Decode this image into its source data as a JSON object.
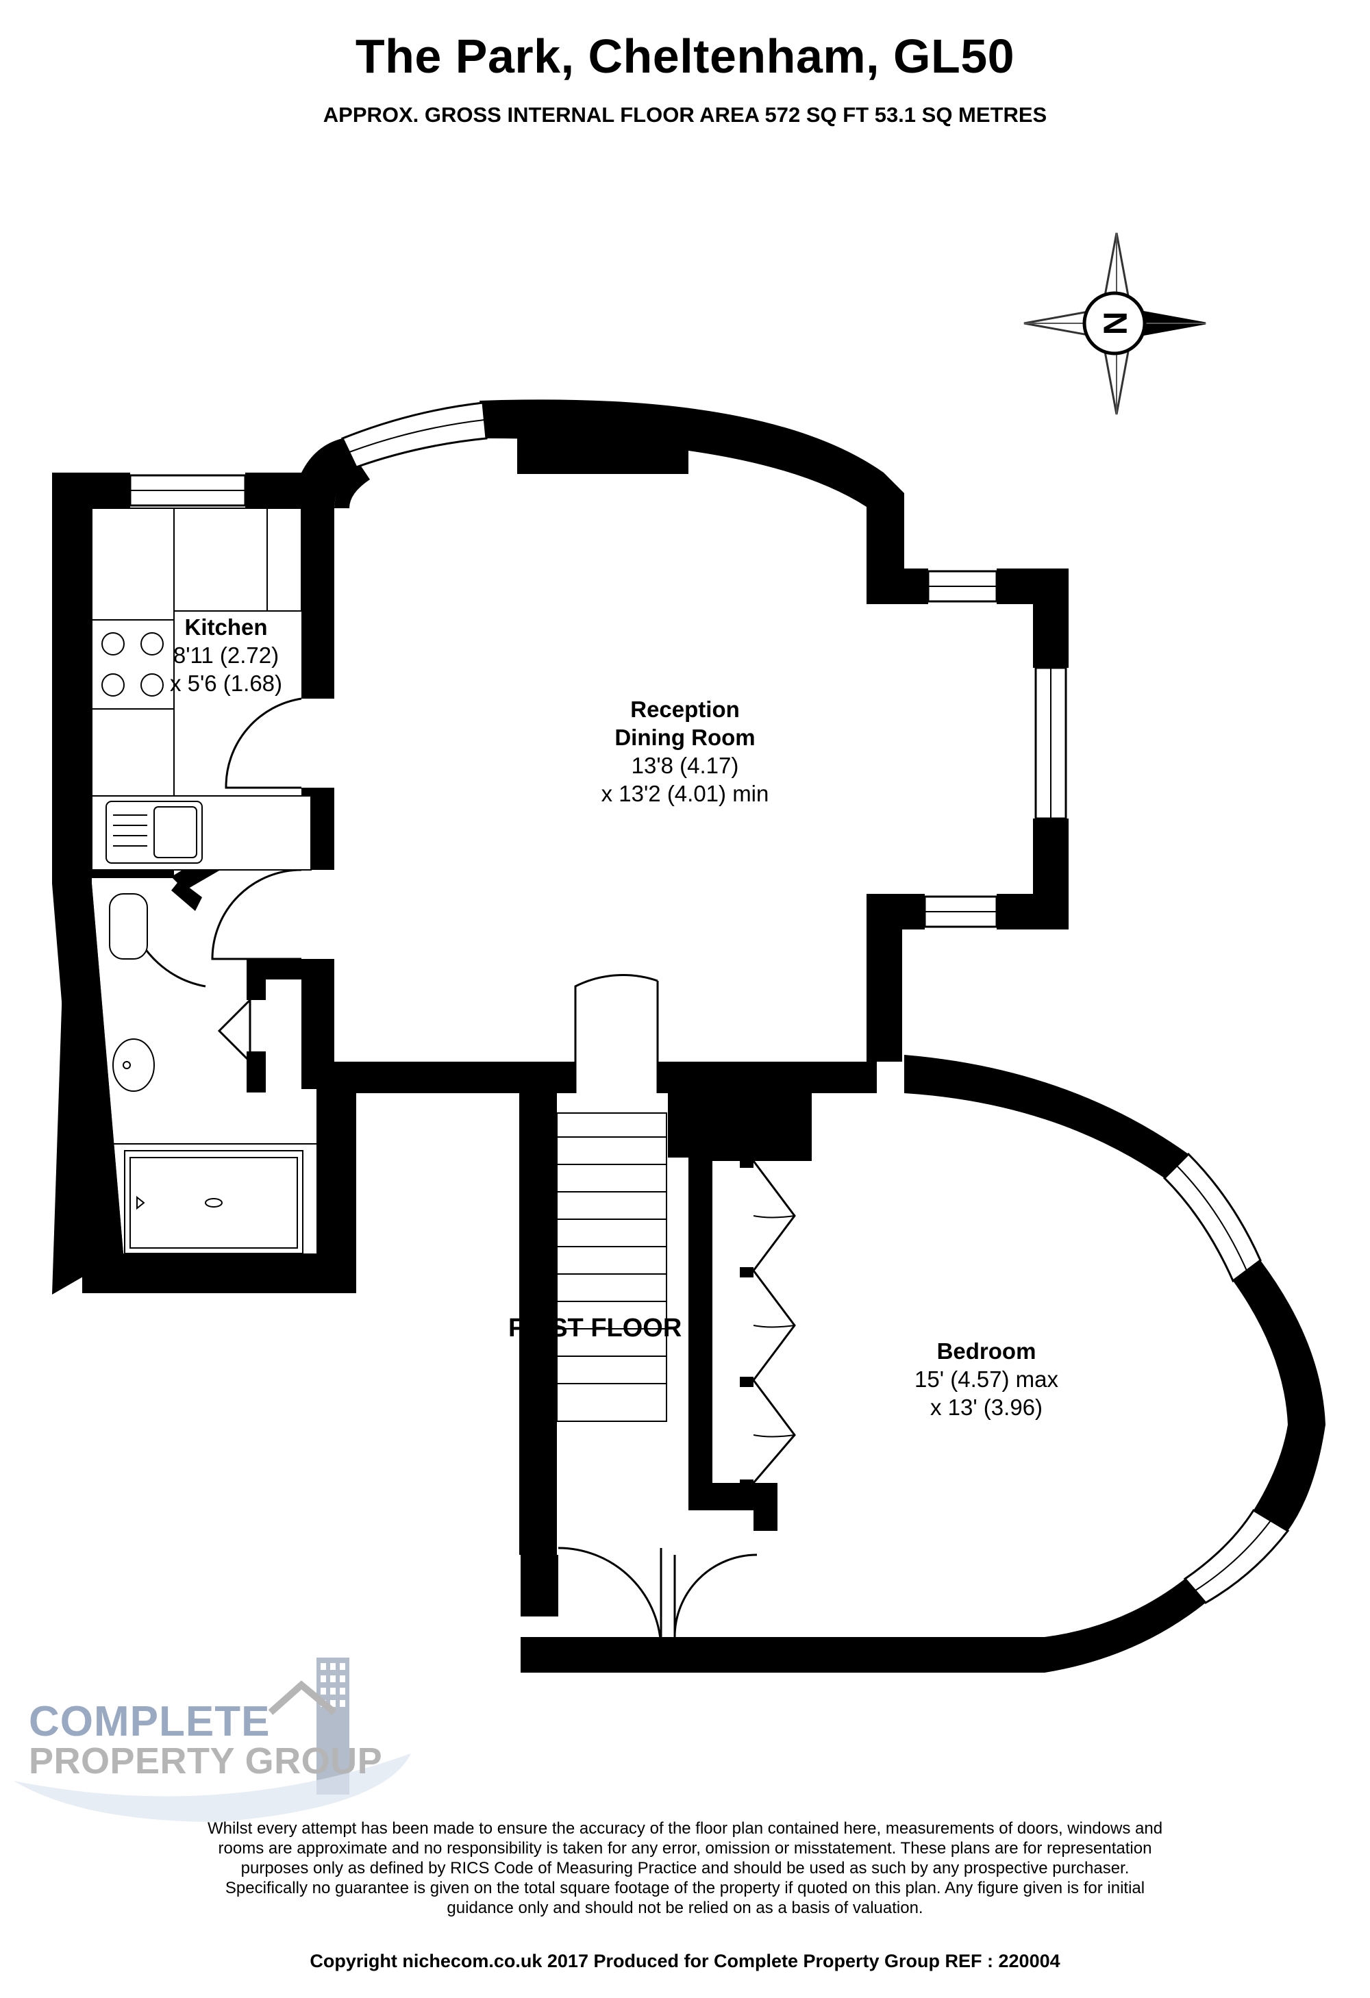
{
  "header": {
    "title": "The Park, Cheltenham, GL50",
    "subtitle": "APPROX. GROSS INTERNAL FLOOR AREA 572 SQ FT 53.1 SQ METRES"
  },
  "compass": {
    "label": "N",
    "icon": "compass-rose-icon"
  },
  "rooms": {
    "kitchen": {
      "name": "Kitchen",
      "dim1": "8'11 (2.72)",
      "dim2": "x 5'6 (1.68)"
    },
    "reception": {
      "name1": "Reception",
      "name2": "Dining Room",
      "dim1": "13'8 (4.17)",
      "dim2": "x 13'2 (4.01) min"
    },
    "bedroom": {
      "name": "Bedroom",
      "dim1": "15' (4.57) max",
      "dim2": "x 13' (3.96)"
    }
  },
  "floor_label": "FIRST FLOOR",
  "logo": {
    "line1": "COMPLETE",
    "line2": "PROPERTY GROUP"
  },
  "disclaimer": [
    "Whilst every attempt has been made to ensure the accuracy of the floor plan contained here, measurements of doors, windows and",
    "rooms are approximate and no responsibility is taken for any error, omission or misstatement. These plans are for representation",
    "purposes only as defined by RICS Code of Measuring Practice and should be used as such by any prospective purchaser.",
    "Specifically no guarantee is given on the total square footage of the property if quoted on this plan. Any figure given is for initial",
    "guidance only and should not be relied on as a basis of valuation."
  ],
  "copyright": "Copyright nichecom.co.uk 2017    Produced for Complete Property Group  REF :  220004",
  "colors": {
    "wall": "#000000",
    "logo_blue": "#9aa9c2",
    "logo_grey": "#b5b5b5"
  }
}
